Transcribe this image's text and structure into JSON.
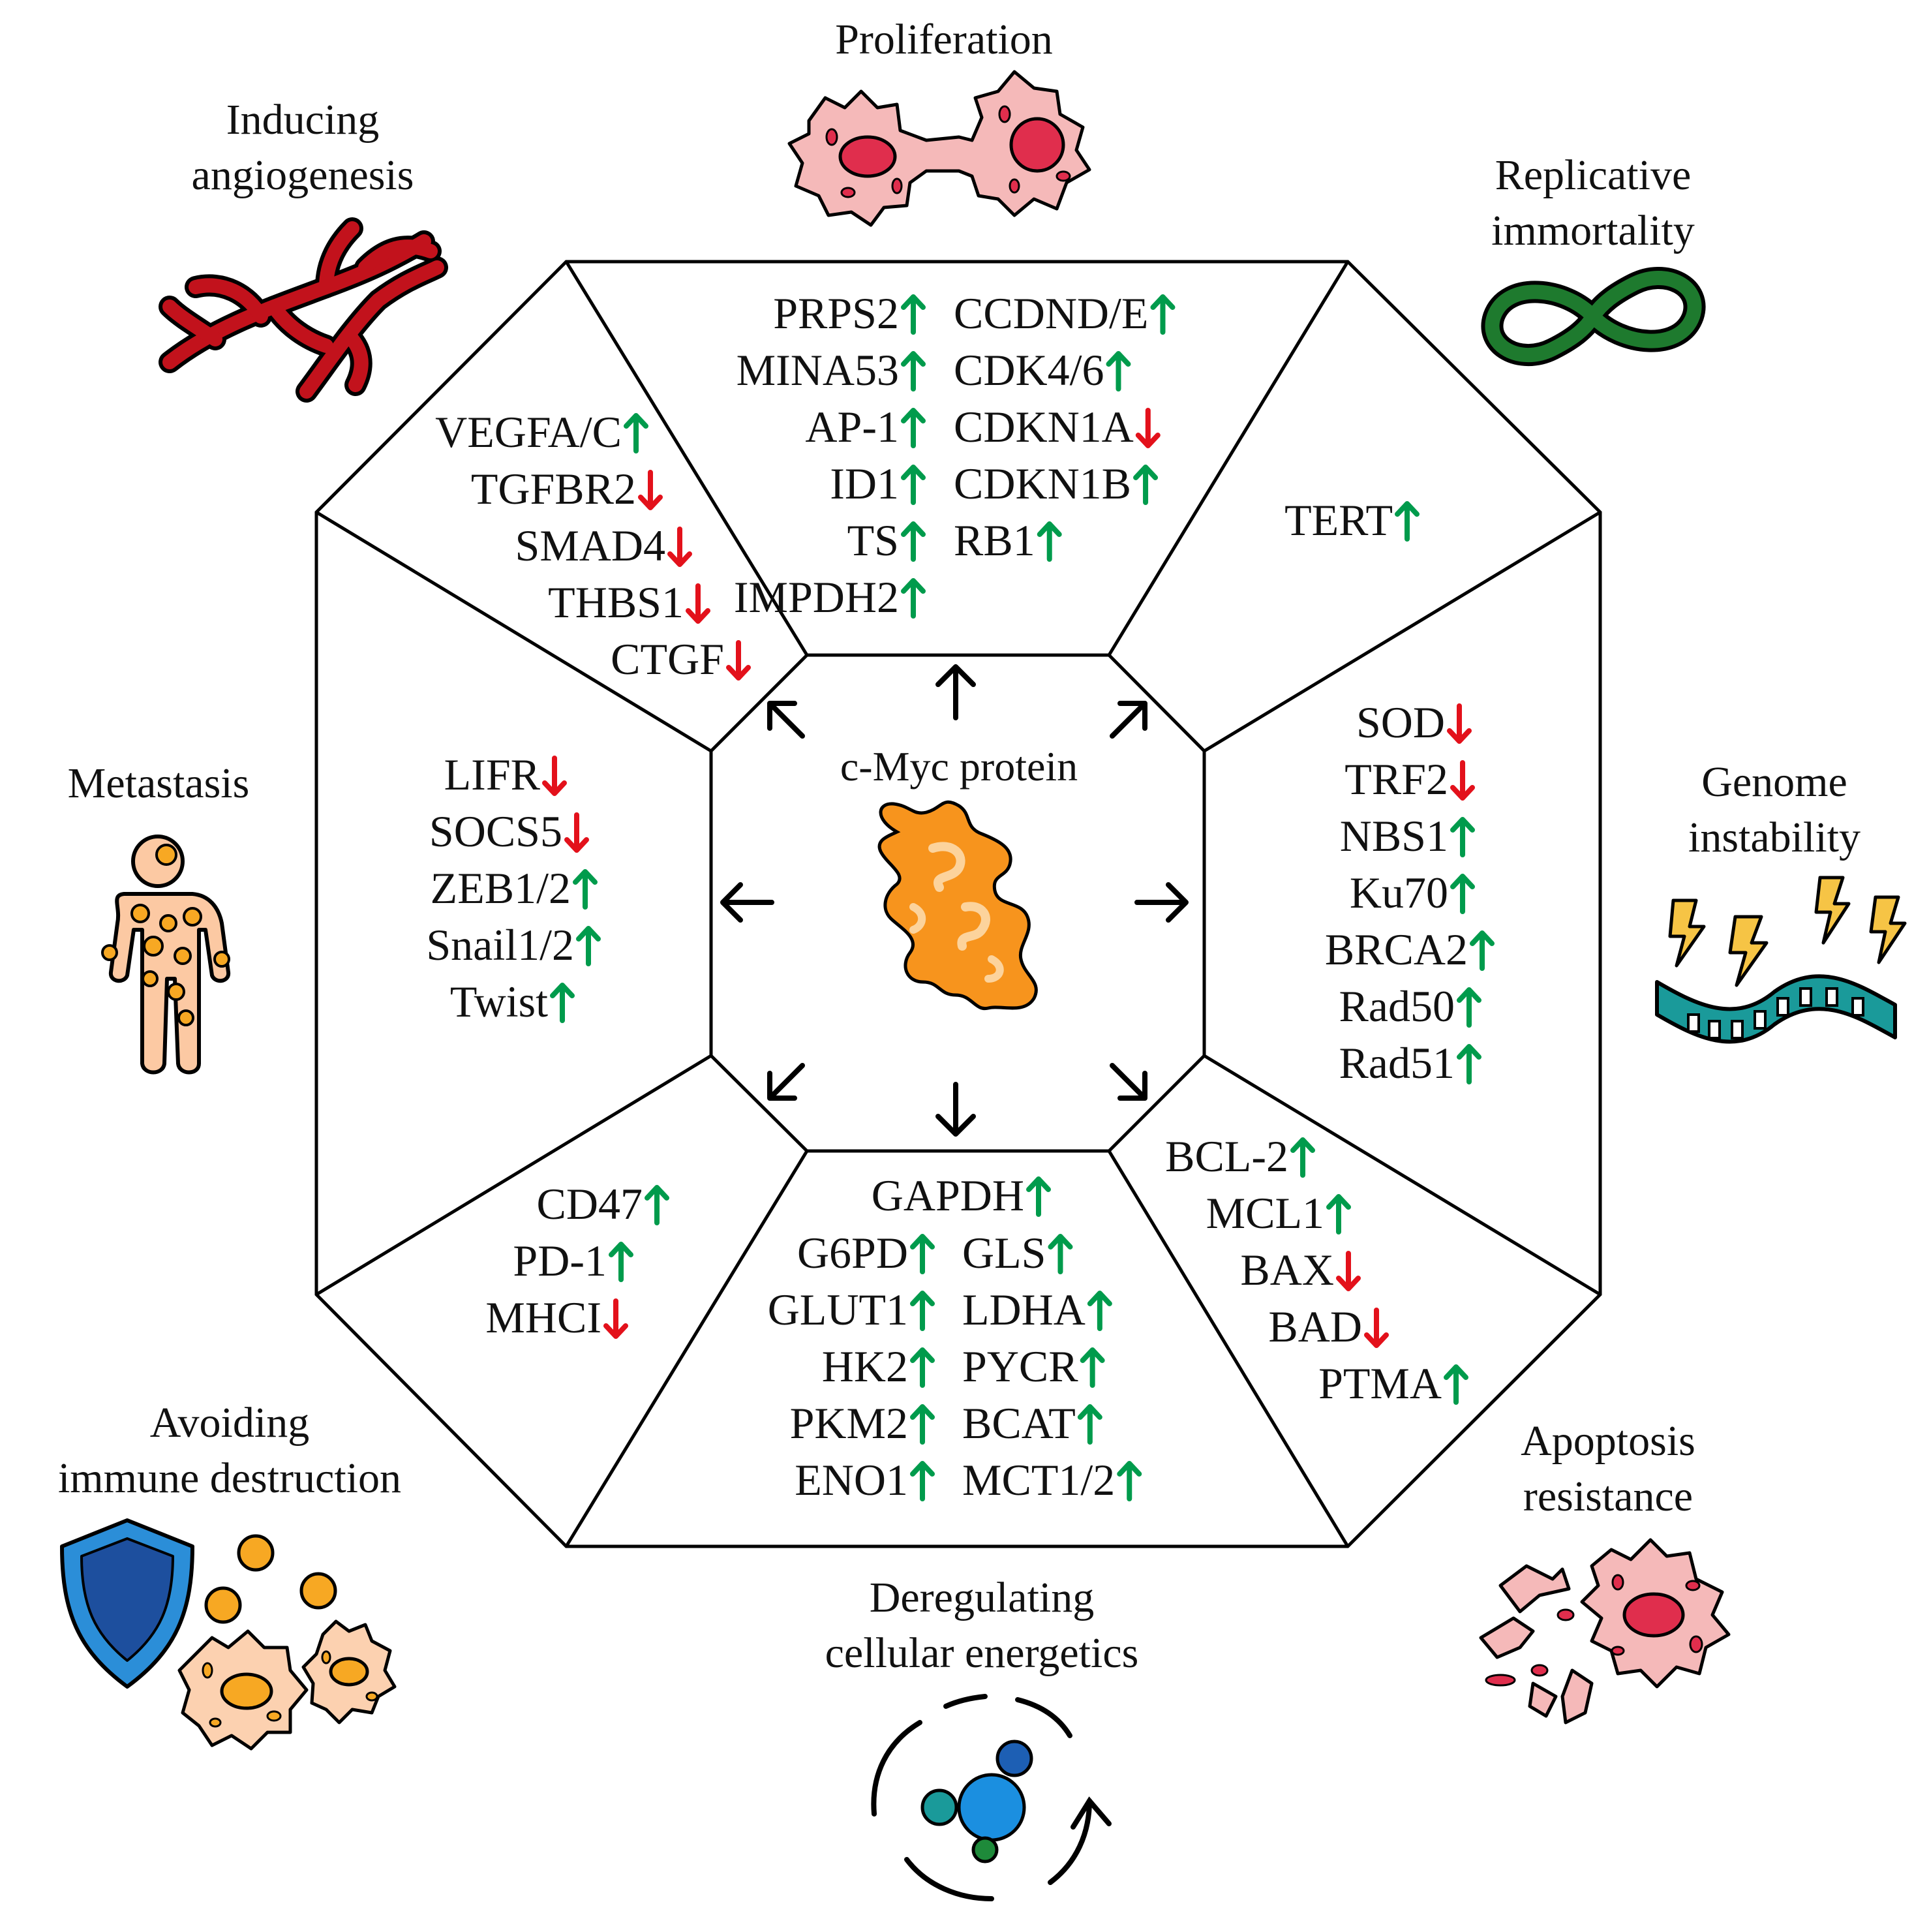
{
  "colors": {
    "up": "#009b4c",
    "down": "#e3111b",
    "vessel": "#c2121c",
    "infinity": "#1e7a2e",
    "cell_pink": "#f5b9b9",
    "cell_nucleus": "#e02e4d",
    "myc_orange": "#f7941d",
    "person": "#fcc9a3",
    "dot_orange": "#f7a823",
    "shield": "#1d73c7",
    "dna": "#1a9a9a",
    "bolt": "#f6c445",
    "energetics_blue": "#1b8fe0"
  },
  "center": {
    "title": "c-Myc protein"
  },
  "hallmarks": {
    "proliferation": "Proliferation",
    "angiogenesis": [
      "Inducing",
      "angiogenesis"
    ],
    "immortality": [
      "Replicative",
      "immortality"
    ],
    "metastasis": "Metastasis",
    "genome": [
      "Genome",
      "instability"
    ],
    "immune": [
      "Avoiding",
      "immune destruction"
    ],
    "apoptosis": [
      "Apoptosis",
      "resistance"
    ],
    "energetics": [
      "Deregulating",
      "cellular energetics"
    ]
  },
  "panels": {
    "proliferation": [
      {
        "gene": "PRPS2",
        "dir": "up"
      },
      {
        "gene": "CCDND/E",
        "dir": "up"
      },
      {
        "gene": "MINA53",
        "dir": "up"
      },
      {
        "gene": "CDK4/6",
        "dir": "up"
      },
      {
        "gene": "AP-1",
        "dir": "up"
      },
      {
        "gene": "CDKN1A",
        "dir": "down"
      },
      {
        "gene": "ID1",
        "dir": "up"
      },
      {
        "gene": "CDKN1B",
        "dir": "up"
      },
      {
        "gene": "TS",
        "dir": "up"
      },
      {
        "gene": "RB1",
        "dir": "up"
      },
      {
        "gene": "IMPDH2",
        "dir": "up"
      }
    ],
    "angiogenesis": [
      {
        "gene": "VEGFA/C",
        "dir": "up"
      },
      {
        "gene": "TGFBR2",
        "dir": "down"
      },
      {
        "gene": "SMAD4",
        "dir": "down"
      },
      {
        "gene": "THBS1",
        "dir": "down"
      },
      {
        "gene": "CTGF",
        "dir": "down"
      }
    ],
    "immortality": [
      {
        "gene": "TERT",
        "dir": "up"
      }
    ],
    "metastasis": [
      {
        "gene": "LIFR",
        "dir": "down"
      },
      {
        "gene": "SOCS5",
        "dir": "down"
      },
      {
        "gene": "ZEB1/2",
        "dir": "up"
      },
      {
        "gene": "Snail1/2",
        "dir": "up"
      },
      {
        "gene": "Twist",
        "dir": "up"
      }
    ],
    "genome": [
      {
        "gene": "SOD",
        "dir": "down"
      },
      {
        "gene": "TRF2",
        "dir": "down"
      },
      {
        "gene": "NBS1",
        "dir": "up"
      },
      {
        "gene": "Ku70",
        "dir": "up"
      },
      {
        "gene": "BRCA2",
        "dir": "up"
      },
      {
        "gene": "Rad50",
        "dir": "up"
      },
      {
        "gene": "Rad51",
        "dir": "up"
      }
    ],
    "immune": [
      {
        "gene": "CD47",
        "dir": "up"
      },
      {
        "gene": "PD-1",
        "dir": "up"
      },
      {
        "gene": "MHCI",
        "dir": "down"
      }
    ],
    "energetics": [
      {
        "gene": "GAPDH",
        "dir": "up"
      },
      {
        "gene": "G6PD",
        "dir": "up"
      },
      {
        "gene": "GLS",
        "dir": "up"
      },
      {
        "gene": "GLUT1",
        "dir": "up"
      },
      {
        "gene": "LDHA",
        "dir": "up"
      },
      {
        "gene": "HK2",
        "dir": "up"
      },
      {
        "gene": "PYCR",
        "dir": "up"
      },
      {
        "gene": "PKM2",
        "dir": "up"
      },
      {
        "gene": "BCAT",
        "dir": "up"
      },
      {
        "gene": "ENO1",
        "dir": "up"
      },
      {
        "gene": "MCT1/2",
        "dir": "up"
      }
    ],
    "apoptosis": [
      {
        "gene": "BCL-2",
        "dir": "up"
      },
      {
        "gene": "MCL1",
        "dir": "up"
      },
      {
        "gene": "BAX",
        "dir": "down"
      },
      {
        "gene": "BAD",
        "dir": "down"
      },
      {
        "gene": "PTMA",
        "dir": "up"
      }
    ]
  }
}
